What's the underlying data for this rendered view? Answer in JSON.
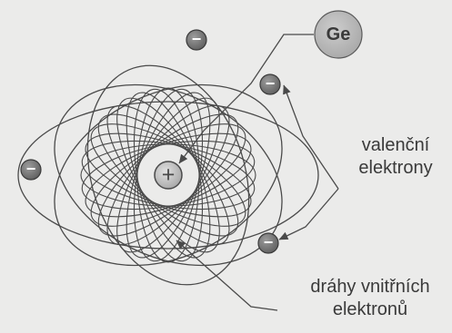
{
  "element": {
    "symbol": "Ge"
  },
  "nucleus": {
    "symbol": "+"
  },
  "electron": {
    "symbol": "−"
  },
  "labels": {
    "valence_line1": "valenční",
    "valence_line2": "elektrony",
    "inner_line1": "dráhy vnitřních",
    "inner_line2": "elektronů"
  },
  "colors": {
    "background": "#ebebea",
    "stroke": "#4a4a4a",
    "electron_fill": "#7d7d7d",
    "nucleus_fill": "#b9b9b9",
    "ge_fill": "#b5b5b5"
  }
}
